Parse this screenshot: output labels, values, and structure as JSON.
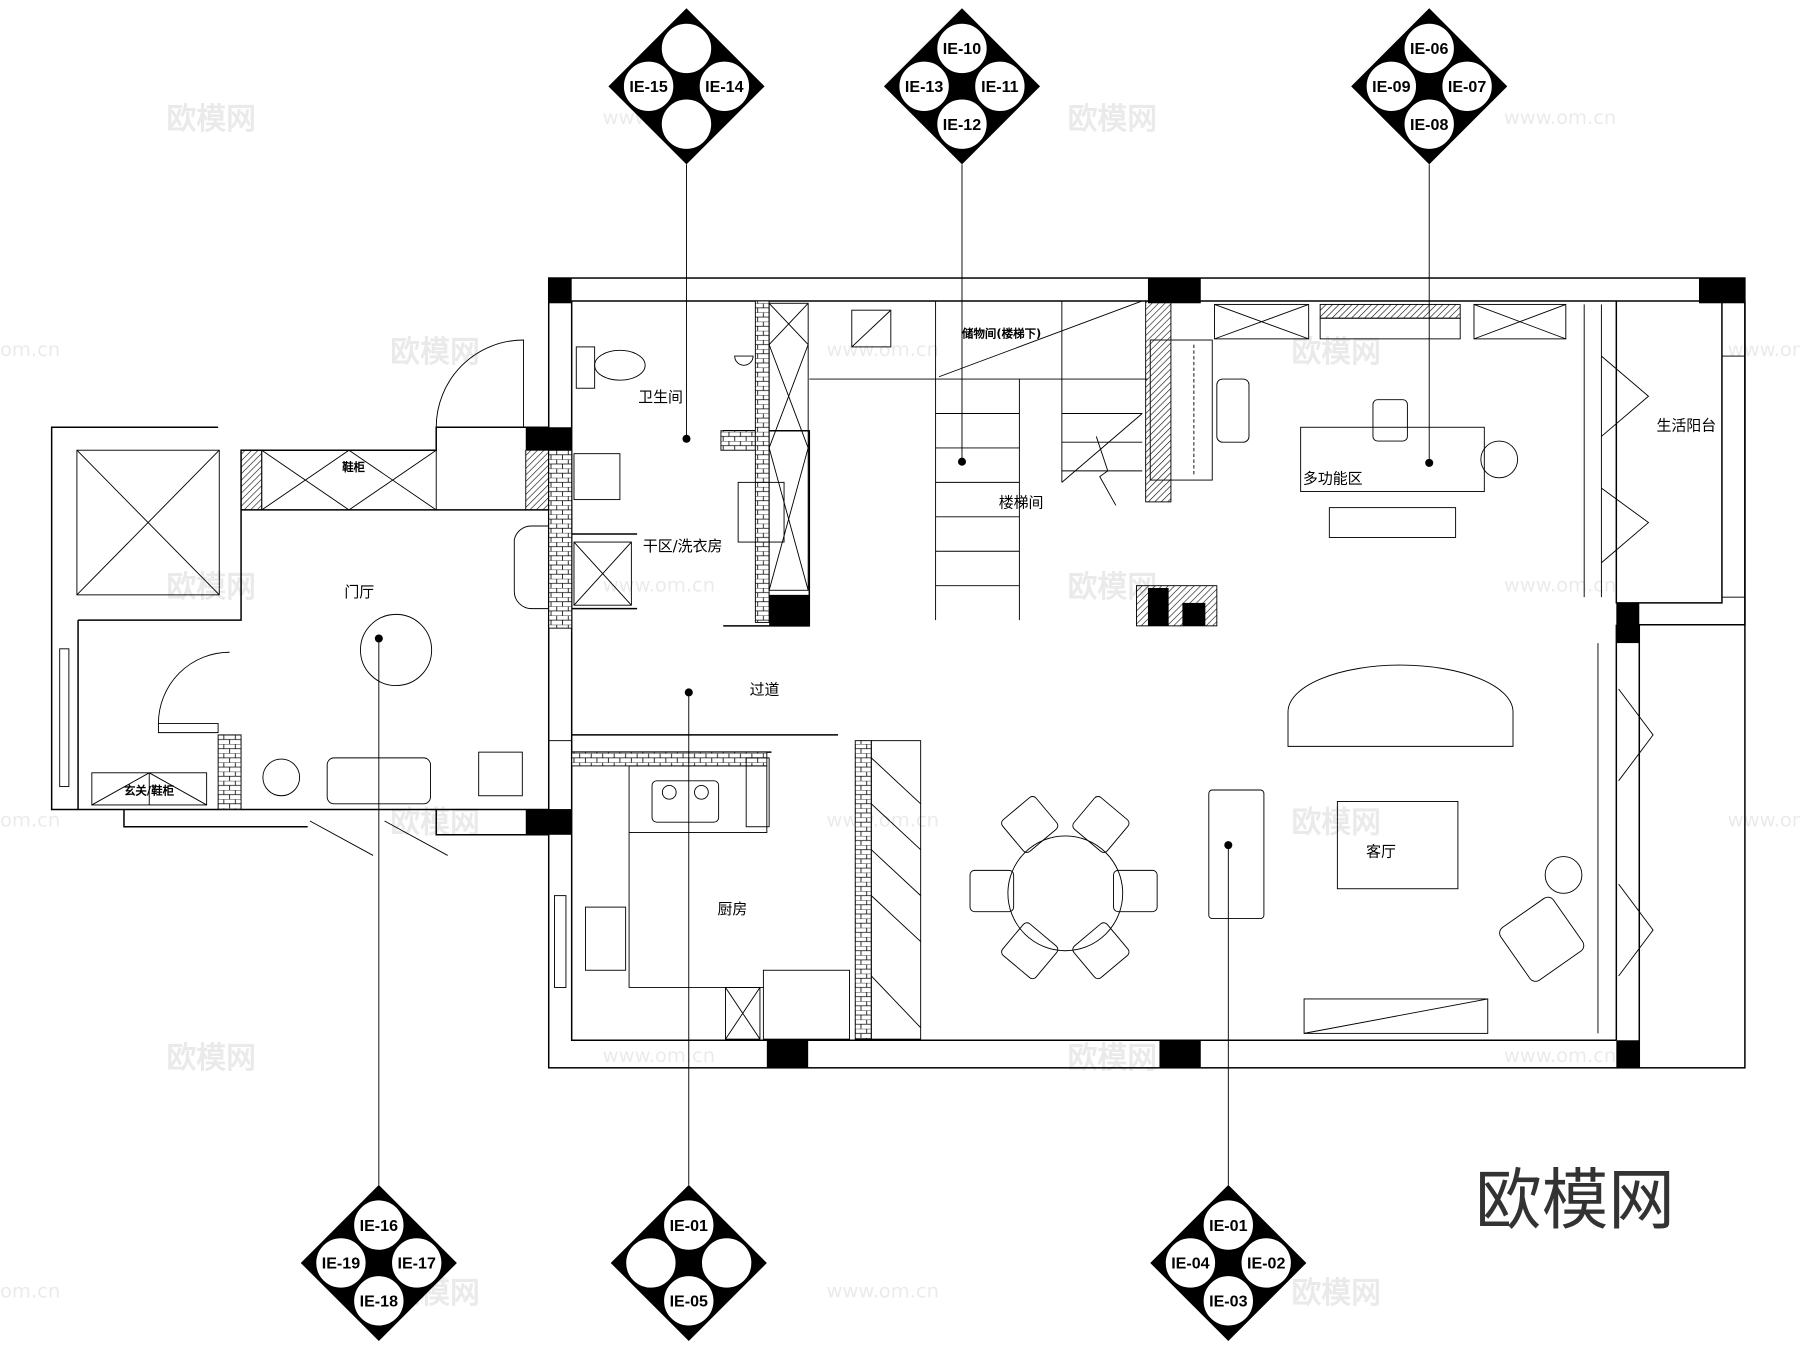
{
  "rooms": {
    "bathroom": "卫生间",
    "laundry": "干区/洗衣房",
    "storage": "储物间(楼梯下)",
    "stairs": "楼梯间",
    "multi": "多功能区",
    "balcony": "生活阳台",
    "foyer": "门厅",
    "shoe_cabinet": "鞋柜",
    "entry_cabinet": "玄关/鞋柜",
    "corridor": "过道",
    "kitchen": "厨房",
    "living": "客厅"
  },
  "markers": [
    {
      "name": "marker-bathroom",
      "labels": [
        "",
        "IE-14",
        "",
        "IE-15"
      ]
    },
    {
      "name": "marker-stairs",
      "labels": [
        "IE-10",
        "IE-11",
        "IE-12",
        "IE-13"
      ]
    },
    {
      "name": "marker-multi",
      "labels": [
        "IE-06",
        "IE-07",
        "IE-08",
        "IE-09"
      ]
    },
    {
      "name": "marker-foyer",
      "labels": [
        "IE-16",
        "IE-17",
        "IE-18",
        "IE-19"
      ]
    },
    {
      "name": "marker-kitchen",
      "labels": [
        "IE-01",
        "",
        "IE-05",
        ""
      ]
    },
    {
      "name": "marker-living",
      "labels": [
        "IE-01",
        "IE-02",
        "IE-03",
        "IE-04"
      ]
    }
  ],
  "watermark": {
    "brand": "欧模网",
    "url": "www.om.cn",
    "partial": "om.cn"
  }
}
